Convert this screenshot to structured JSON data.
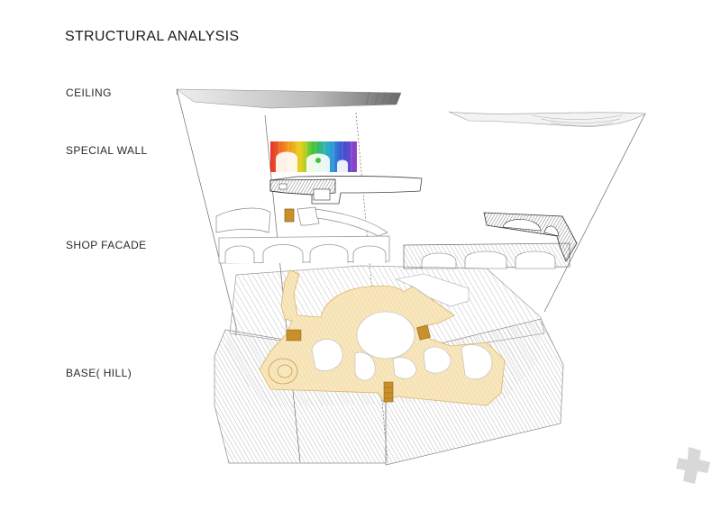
{
  "title": "STRUCTURAL ANALYSIS",
  "layers": {
    "ceiling": "CEILING",
    "special_wall": "SPECIAL WALL",
    "shop_facade": "SHOP FACADE",
    "base": "BASE( HILL)"
  },
  "colors": {
    "hill_hatch": "#9a9a9a",
    "path_fill": "#f6e2b4",
    "path_stroke": "#d9b56a",
    "stairs": "#c98f2a",
    "guide_lines": "#555555",
    "logo": "#d8d8d8"
  },
  "icons": {
    "logo": "plus-cross-logo-icon"
  }
}
